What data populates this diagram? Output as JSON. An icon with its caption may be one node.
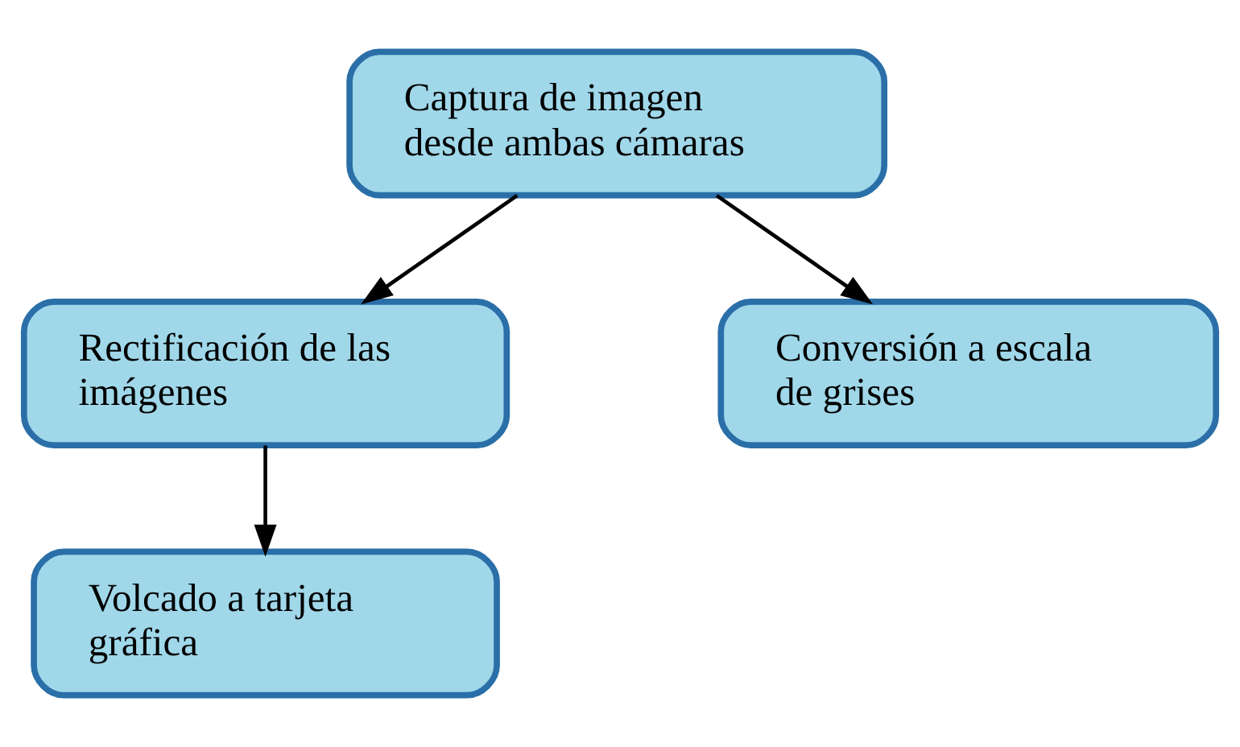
{
  "diagram": {
    "nodes": [
      {
        "text": [
          "Captura de imagen desde ambas cámaras"
        ]
      },
      {
        "text": [
          "Rectificación de las imágenes"
        ]
      },
      {
        "text": [
          "Conversión a escala de grises"
        ]
      },
      {
        "text": [
          "Volcado a tarjeta gráfica"
        ]
      }
    ],
    "edges": [
      {
        "from": 0,
        "to": 1,
        "arrow": "to"
      },
      {
        "from": 0,
        "to": 2,
        "arrow": "to"
      },
      {
        "from": 1,
        "to": 3,
        "arrow": "to"
      }
    ]
  }
}
